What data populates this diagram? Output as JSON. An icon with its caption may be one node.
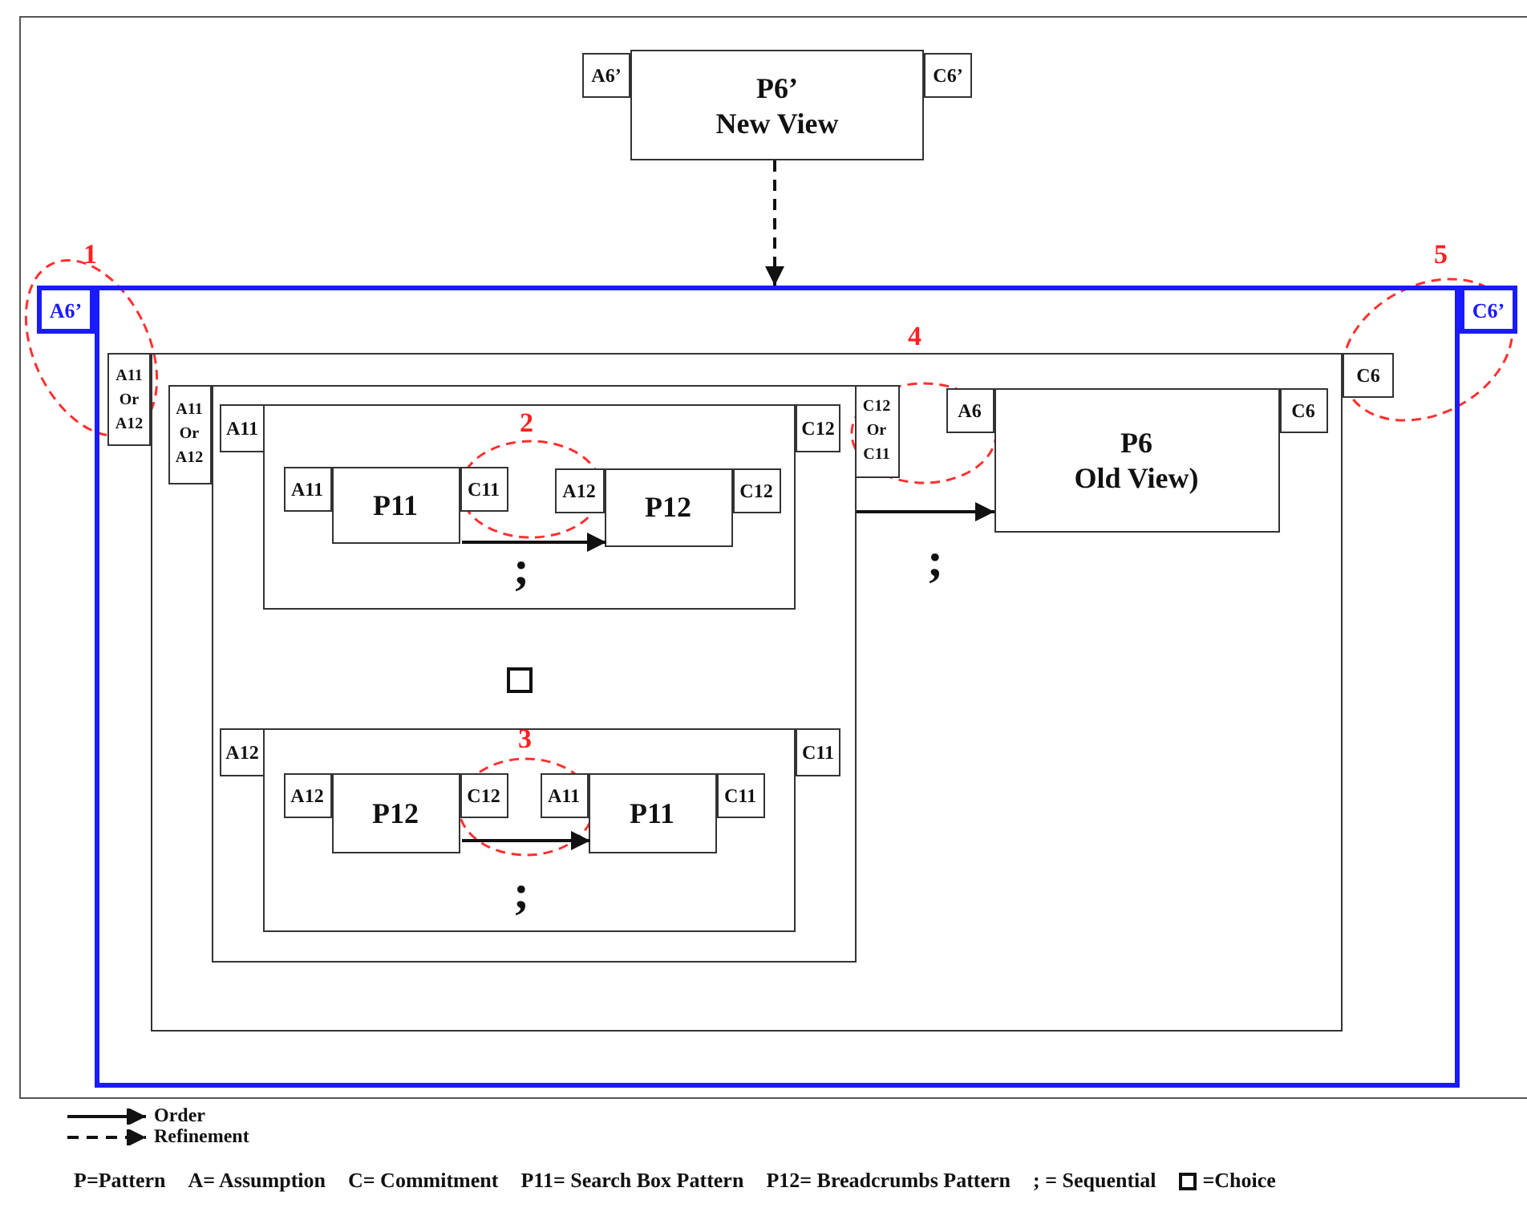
{
  "diagram": {
    "nodes": [
      {
        "text": [
          "P6’",
          "New View"
        ]
      },
      {
        "text": [
          "A6’"
        ]
      },
      {
        "text": [
          "C6’"
        ]
      },
      {
        "text": [],
        "shape": "box"
      },
      {
        "text": [
          "A6’"
        ]
      },
      {
        "text": [
          "C6’"
        ]
      },
      {
        "text": [],
        "shape": "box",
        "in": 3
      },
      {
        "text": [
          "A11 Or A12"
        ],
        "in": 3
      },
      {
        "text": [
          "C6"
        ],
        "in": 3
      },
      {
        "text": [],
        "shape": "box",
        "in": 6
      },
      {
        "text": [
          "A11 Or A12"
        ],
        "in": 6
      },
      {
        "text": [
          "C12 Or C11"
        ],
        "in": 6
      },
      {
        "text": [
          "P6",
          "Old View)"
        ],
        "in": 6
      },
      {
        "text": [
          "A6"
        ],
        "in": 6
      },
      {
        "text": [
          "C6"
        ],
        "in": 6
      },
      {
        "text": [],
        "shape": "box",
        "in": 9
      },
      {
        "text": [
          "A11"
        ],
        "in": 9
      },
      {
        "text": [
          "C12"
        ],
        "in": 9
      },
      {
        "text": [
          "P11"
        ],
        "in": 15
      },
      {
        "text": [
          "A11"
        ],
        "in": 15
      },
      {
        "text": [
          "C11"
        ],
        "in": 15
      },
      {
        "text": [
          "P12"
        ],
        "in": 15
      },
      {
        "text": [
          "A12"
        ],
        "in": 15
      },
      {
        "text": [
          "C12"
        ],
        "in": 15
      },
      {
        "text": [],
        "shape": "box",
        "in": 9
      },
      {
        "text": [
          "A12"
        ],
        "in": 9
      },
      {
        "text": [
          "C11"
        ],
        "in": 9
      },
      {
        "text": [
          "P12"
        ],
        "in": 24
      },
      {
        "text": [
          "A12"
        ],
        "in": 24
      },
      {
        "text": [
          "C12"
        ],
        "in": 24
      },
      {
        "text": [
          "P11"
        ],
        "in": 24
      },
      {
        "text": [
          "A11"
        ],
        "in": 24
      },
      {
        "text": [
          "C11"
        ],
        "in": 24
      }
    ],
    "edges": [
      {
        "from": 0,
        "to": 3,
        "arrow": "to",
        "style": "dashed"
      },
      {
        "from": 18,
        "to": 21,
        "arrow": "to"
      },
      {
        "from": 27,
        "to": 30,
        "arrow": "to"
      },
      {
        "from": 9,
        "to": 12,
        "arrow": "to"
      }
    ],
    "labels": [
      "1",
      "5",
      "4",
      "2",
      ";",
      ";",
      "3",
      ";",
      "P=Pattern",
      "A= Assumption",
      "C= Commitment",
      "P11= Search Box Pattern",
      "P12= Breadcrumbs Pattern",
      "; = Sequential",
      "=Choice"
    ],
    "legend": [
      {
        "text": "Order"
      },
      {
        "text": "Refinement"
      }
    ]
  }
}
